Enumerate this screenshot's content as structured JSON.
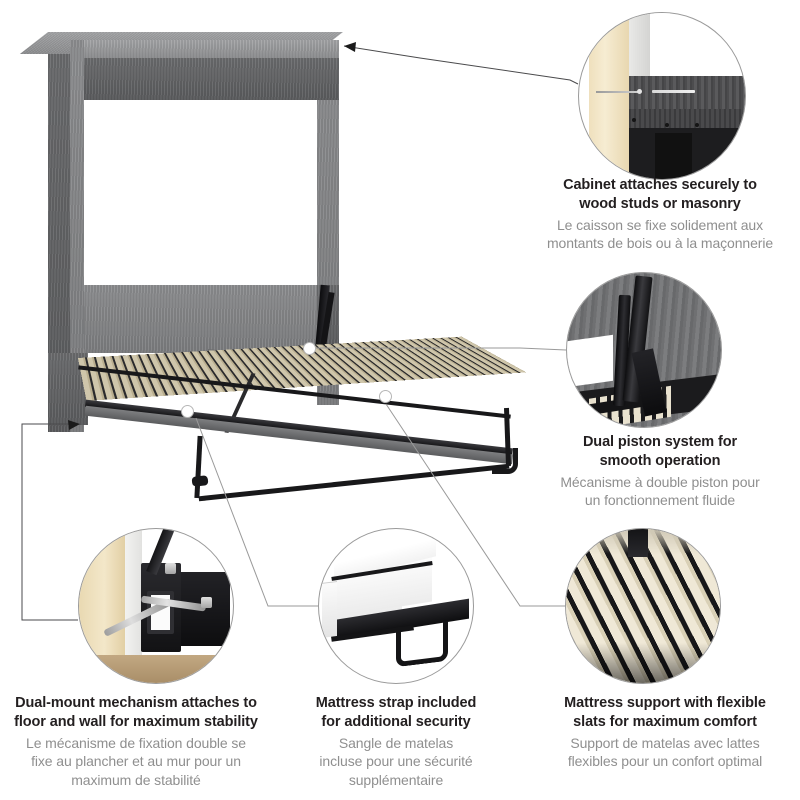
{
  "background_color": "#ffffff",
  "heading_color": "#231f20",
  "subtext_color": "#8f8f8f",
  "product": {
    "name": "murphy-bed-wall-bed",
    "cabinet_finish": "grey woodgrain",
    "frame_color": "#18181a",
    "slat_color": "#cfc6ab"
  },
  "callouts": [
    {
      "id": "cabinet-attachment",
      "icon": "wall-stud-cross-section-photo",
      "en_line1": "Cabinet attaches securely to",
      "en_line2": "wood studs or masonry",
      "fr_line1": "Le caisson se fixe solidement aux",
      "fr_line2": "montants de bois ou à la maçonnerie"
    },
    {
      "id": "dual-piston",
      "icon": "dual-piston-mechanism-photo",
      "en_line1": "Dual piston system for",
      "en_line2": "smooth operation",
      "fr_line1": "Mécanisme à double piston pour",
      "fr_line2": "un fonctionnement fluide"
    },
    {
      "id": "dual-mount",
      "icon": "floor-wall-mount-screws-photo",
      "en_line1": "Dual-mount mechanism attaches to",
      "en_line2": "floor and wall for maximum stability",
      "fr_line1": "Le mécanisme de fixation double se",
      "fr_line2": "fixe au plancher et au mur pour un",
      "fr_line3": "maximum de stabilité"
    },
    {
      "id": "mattress-strap",
      "icon": "mattress-strap-photo",
      "en_line1": "Mattress strap included",
      "en_line2": "for additional security",
      "fr_line1": "Sangle de matelas",
      "fr_line2": "incluse pour une sécurité",
      "fr_line3": "supplémentaire"
    },
    {
      "id": "flexible-slats",
      "icon": "flexible-wood-slats-photo",
      "en_line1": "Mattress support with flexible",
      "en_line2": "slats for maximum comfort",
      "fr_line1": "Support de matelas avec lattes",
      "fr_line2": "flexibles pour un confort optimal"
    }
  ]
}
